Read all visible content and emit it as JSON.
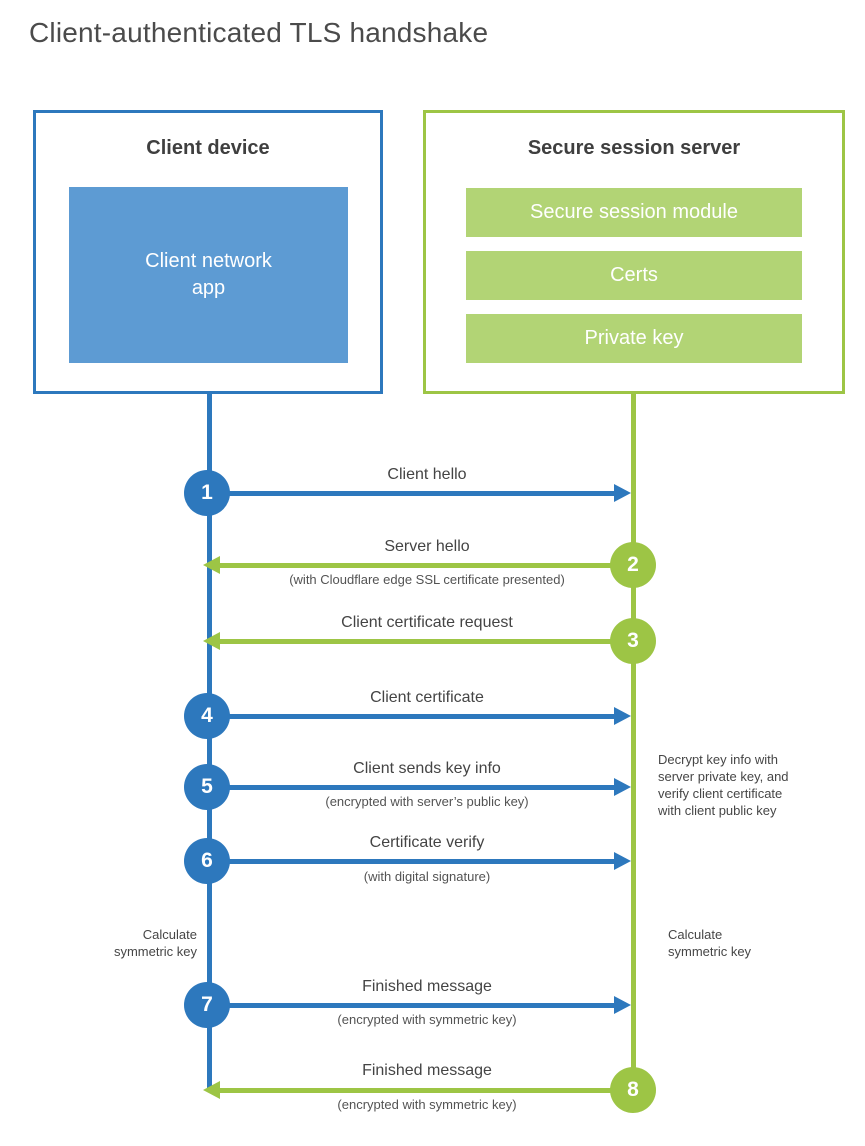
{
  "title": "Client-authenticated TLS handshake",
  "colors": {
    "blue": "#2d78bd",
    "blue_fill": "#5d9bd3",
    "green": "#9dc545",
    "green_fill": "#b2d475",
    "heading_text": "#3f3f3f",
    "label_text": "#444444"
  },
  "client_box": {
    "title": "Client device",
    "app_line1": "Client network",
    "app_line2": "app"
  },
  "server_box": {
    "title": "Secure session server",
    "modules": [
      "Secure session module",
      "Certs",
      "Private key"
    ]
  },
  "steps": [
    {
      "num": "1",
      "from": "client",
      "direction": "right",
      "label": "Client hello",
      "sublabel": ""
    },
    {
      "num": "2",
      "from": "server",
      "direction": "left",
      "label": "Server hello",
      "sublabel": "(with Cloudflare edge SSL certificate presented)"
    },
    {
      "num": "3",
      "from": "server",
      "direction": "left",
      "label": "Client certificate request",
      "sublabel": ""
    },
    {
      "num": "4",
      "from": "client",
      "direction": "right",
      "label": "Client certificate",
      "sublabel": ""
    },
    {
      "num": "5",
      "from": "client",
      "direction": "right",
      "label": "Client sends key info",
      "sublabel": "(encrypted with server’s public key)"
    },
    {
      "num": "6",
      "from": "client",
      "direction": "right",
      "label": "Certificate verify",
      "sublabel": "(with digital signature)"
    },
    {
      "num": "7",
      "from": "client",
      "direction": "right",
      "label": "Finished message",
      "sublabel": "(encrypted with symmetric key)"
    },
    {
      "num": "8",
      "from": "server",
      "direction": "left",
      "label": "Finished message",
      "sublabel": "(encrypted with symmetric key)"
    }
  ],
  "annotations": {
    "decrypt": {
      "line1": "Decrypt key info with",
      "line2": "server private key, and",
      "line3": "verify client certificate",
      "line4": "with client public key"
    },
    "calc_left": {
      "line1": "Calculate",
      "line2": "symmetric key"
    },
    "calc_right": {
      "line1": "Calculate",
      "line2": "symmetric key"
    }
  }
}
